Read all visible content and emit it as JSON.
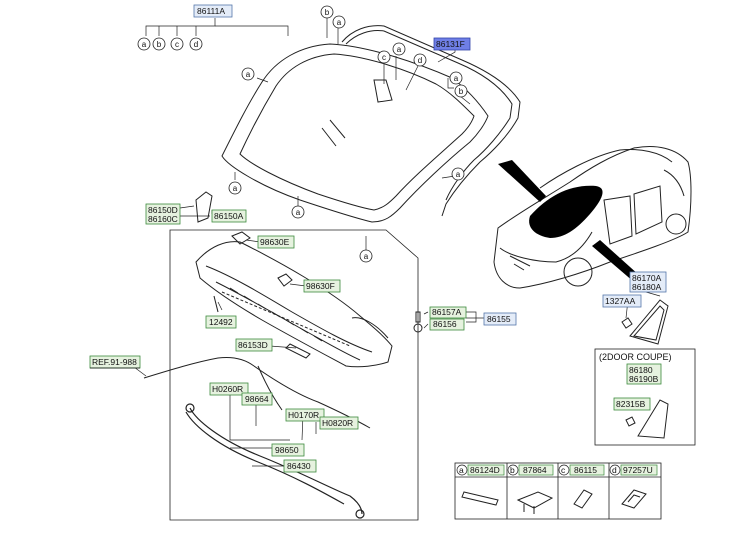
{
  "diagram_labels": {
    "p86111A": "86111A",
    "p86131F": "86131F",
    "p86150D": "86150D",
    "p86160C": "86160C",
    "p86150A": "86150A",
    "p98630E": "98630E",
    "p98630F": "98630F",
    "p12492": "12492",
    "p86157A": "86157A",
    "p86156": "86156",
    "p86155": "86155",
    "p86153D": "86153D",
    "ref": "REF.91-988",
    "pH0260R": "H0260R",
    "p98664": "98664",
    "pH0170R": "H0170R",
    "pH0820R": "H0820R",
    "p98650": "98650",
    "p86430": "86430",
    "p86170A": "86170A",
    "p86180A": "86180A",
    "p1327AA": "1327AA",
    "coupe_header": "(2DOOR COUPE)",
    "p86180": "86180",
    "p86190B": "86190B",
    "p82315B": "82315B"
  },
  "callout_letters": {
    "a": "a",
    "b": "b",
    "c": "c",
    "d": "d"
  },
  "legend": [
    {
      "letter": "a",
      "part": "86124D"
    },
    {
      "letter": "b",
      "part": "87864"
    },
    {
      "letter": "c",
      "part": "86115"
    },
    {
      "letter": "d",
      "part": "97257U"
    }
  ],
  "colors": {
    "label_box_green": "#e6f2df",
    "label_border_green": "#3d8a3d",
    "label_box_blue": "#e4ecf8",
    "label_border_blue": "#5577aa",
    "highlight_box": "#6f7fe6",
    "line": "#222222"
  }
}
